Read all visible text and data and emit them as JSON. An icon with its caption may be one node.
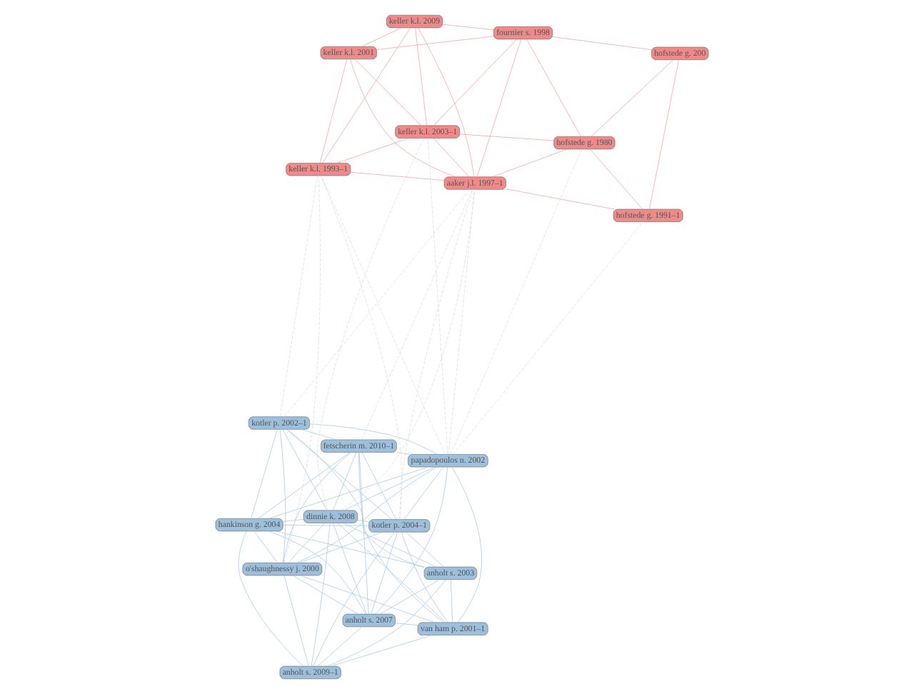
{
  "diagram": {
    "nodes": [
      {
        "text": [
          "hankinson g. 2004"
        ]
      },
      {
        "text": [
          "fetscherin m. 2010–1"
        ]
      },
      {
        "text": [
          "anholt s. 2009–1"
        ]
      },
      {
        "text": [
          "dinnie k. 2008"
        ]
      },
      {
        "text": [
          "anholt s. 2003"
        ]
      },
      {
        "text": [
          "anholt s. 2007"
        ]
      },
      {
        "text": [
          "o'shaughnessy j. 2000"
        ]
      },
      {
        "text": [
          "papadopoulos n. 2002"
        ]
      },
      {
        "text": [
          "kotler p. 2002–1"
        ]
      },
      {
        "text": [
          "van ham p. 2001–1"
        ]
      },
      {
        "text": [
          "kotler p. 2004–1"
        ]
      },
      {
        "text": [
          "hofstede g. 1991–1"
        ]
      },
      {
        "text": [
          "hofstede g. 200"
        ]
      },
      {
        "text": [
          "hofstede g. 1980"
        ]
      },
      {
        "text": [
          "aaker j.l. 1997–1"
        ]
      },
      {
        "text": [
          "fournier s. 1998"
        ]
      },
      {
        "text": [
          "keller k.l. 2003–1"
        ]
      },
      {
        "text": [
          "keller k.l. 1993–1"
        ]
      },
      {
        "text": [
          "keller k.l. 2001"
        ]
      },
      {
        "text": [
          "keller k.l. 2009"
        ]
      }
    ],
    "edges": [
      {
        "from": 0,
        "to": 1,
        "arrow": "none",
        "color": "#a9c8e2"
      },
      {
        "from": 0,
        "to": 2,
        "arrow": "none",
        "color": "#a9c8e2"
      },
      {
        "from": 0,
        "to": 3,
        "arrow": "none",
        "color": "#a9c8e2"
      },
      {
        "from": 0,
        "to": 4,
        "arrow": "none",
        "color": "#a9c8e2"
      },
      {
        "from": 0,
        "to": 5,
        "arrow": "none",
        "color": "#a9c8e2"
      },
      {
        "from": 0,
        "to": 6,
        "arrow": "none",
        "color": "#a9c8e2"
      },
      {
        "from": 0,
        "to": 7,
        "arrow": "none",
        "color": "#a9c8e2"
      },
      {
        "from": 0,
        "to": 8,
        "arrow": "none",
        "color": "#a9c8e2"
      },
      {
        "from": 0,
        "to": 10,
        "arrow": "none",
        "color": "#a9c8e2"
      },
      {
        "from": 1,
        "to": 3,
        "arrow": "none",
        "color": "#a9c8e2"
      },
      {
        "from": 1,
        "to": 5,
        "arrow": "none",
        "color": "#a9c8e2"
      },
      {
        "from": 1,
        "to": 6,
        "arrow": "none",
        "color": "#a9c8e2"
      },
      {
        "from": 1,
        "to": 7,
        "arrow": "none",
        "color": "#a9c8e2"
      },
      {
        "from": 1,
        "to": 8,
        "arrow": "none",
        "color": "#a9c8e2"
      },
      {
        "from": 1,
        "to": 9,
        "arrow": "none",
        "color": "#a9c8e2"
      },
      {
        "from": 1,
        "to": 10,
        "arrow": "none",
        "color": "#a9c8e2"
      },
      {
        "from": 2,
        "to": 3,
        "arrow": "none",
        "color": "#a9c8e2"
      },
      {
        "from": 2,
        "to": 4,
        "arrow": "none",
        "color": "#a9c8e2"
      },
      {
        "from": 2,
        "to": 5,
        "arrow": "none",
        "color": "#a9c8e2"
      },
      {
        "from": 2,
        "to": 6,
        "arrow": "none",
        "color": "#a9c8e2"
      },
      {
        "from": 2,
        "to": 9,
        "arrow": "none",
        "color": "#a9c8e2"
      },
      {
        "from": 2,
        "to": 10,
        "arrow": "none",
        "color": "#a9c8e2"
      },
      {
        "from": 3,
        "to": 4,
        "arrow": "none",
        "color": "#a9c8e2"
      },
      {
        "from": 3,
        "to": 5,
        "arrow": "none",
        "color": "#a9c8e2"
      },
      {
        "from": 3,
        "to": 6,
        "arrow": "none",
        "color": "#a9c8e2"
      },
      {
        "from": 3,
        "to": 7,
        "arrow": "none",
        "color": "#a9c8e2"
      },
      {
        "from": 3,
        "to": 8,
        "arrow": "none",
        "color": "#a9c8e2"
      },
      {
        "from": 3,
        "to": 9,
        "arrow": "none",
        "color": "#a9c8e2"
      },
      {
        "from": 3,
        "to": 10,
        "arrow": "none",
        "color": "#a9c8e2"
      },
      {
        "from": 4,
        "to": 5,
        "arrow": "none",
        "color": "#a9c8e2"
      },
      {
        "from": 4,
        "to": 8,
        "arrow": "none",
        "color": "#a9c8e2"
      },
      {
        "from": 4,
        "to": 9,
        "arrow": "none",
        "color": "#a9c8e2"
      },
      {
        "from": 4,
        "to": 10,
        "arrow": "none",
        "color": "#a9c8e2"
      },
      {
        "from": 5,
        "to": 6,
        "arrow": "none",
        "color": "#a9c8e2"
      },
      {
        "from": 5,
        "to": 7,
        "arrow": "none",
        "color": "#a9c8e2"
      },
      {
        "from": 5,
        "to": 9,
        "arrow": "none",
        "color": "#a9c8e2"
      },
      {
        "from": 5,
        "to": 10,
        "arrow": "none",
        "color": "#a9c8e2"
      },
      {
        "from": 6,
        "to": 7,
        "arrow": "none",
        "color": "#a9c8e2"
      },
      {
        "from": 6,
        "to": 8,
        "arrow": "none",
        "color": "#a9c8e2"
      },
      {
        "from": 6,
        "to": 9,
        "arrow": "none",
        "color": "#a9c8e2"
      },
      {
        "from": 6,
        "to": 10,
        "arrow": "none",
        "color": "#a9c8e2"
      },
      {
        "from": 7,
        "to": 8,
        "arrow": "none",
        "color": "#a9c8e2"
      },
      {
        "from": 7,
        "to": 9,
        "arrow": "none",
        "color": "#a9c8e2"
      },
      {
        "from": 7,
        "to": 10,
        "arrow": "none",
        "color": "#a9c8e2"
      },
      {
        "from": 8,
        "to": 10,
        "arrow": "none",
        "color": "#a9c8e2"
      },
      {
        "from": 9,
        "to": 10,
        "arrow": "none",
        "color": "#a9c8e2"
      },
      {
        "from": 11,
        "to": 12,
        "arrow": "none",
        "color": "#f4a3a3"
      },
      {
        "from": 11,
        "to": 13,
        "arrow": "none",
        "color": "#f4a3a3"
      },
      {
        "from": 11,
        "to": 14,
        "arrow": "none",
        "color": "#f4a3a3"
      },
      {
        "from": 12,
        "to": 13,
        "arrow": "none",
        "color": "#f4a3a3"
      },
      {
        "from": 12,
        "to": 15,
        "arrow": "none",
        "color": "#f4a3a3"
      },
      {
        "from": 13,
        "to": 14,
        "arrow": "none",
        "color": "#f4a3a3"
      },
      {
        "from": 13,
        "to": 15,
        "arrow": "none",
        "color": "#f4a3a3"
      },
      {
        "from": 13,
        "to": 16,
        "arrow": "none",
        "color": "#f4a3a3"
      },
      {
        "from": 14,
        "to": 15,
        "arrow": "none",
        "color": "#f4a3a3"
      },
      {
        "from": 14,
        "to": 16,
        "arrow": "none",
        "color": "#f4a3a3"
      },
      {
        "from": 14,
        "to": 17,
        "arrow": "none",
        "color": "#f4a3a3"
      },
      {
        "from": 14,
        "to": 18,
        "arrow": "none",
        "color": "#f4a3a3"
      },
      {
        "from": 14,
        "to": 19,
        "arrow": "none",
        "color": "#f4a3a3"
      },
      {
        "from": 16,
        "to": 15,
        "arrow": "none",
        "color": "#f4a3a3"
      },
      {
        "from": 16,
        "to": 17,
        "arrow": "none",
        "color": "#f4a3a3"
      },
      {
        "from": 16,
        "to": 18,
        "arrow": "none",
        "color": "#f4a3a3"
      },
      {
        "from": 16,
        "to": 19,
        "arrow": "none",
        "color": "#f4a3a3"
      },
      {
        "from": 17,
        "to": 18,
        "arrow": "none",
        "color": "#f4a3a3"
      },
      {
        "from": 17,
        "to": 19,
        "arrow": "none",
        "color": "#f4a3a3"
      },
      {
        "from": 15,
        "to": 18,
        "arrow": "none",
        "color": "#f4a3a3"
      },
      {
        "from": 15,
        "to": 19,
        "arrow": "none",
        "color": "#f4a3a3"
      },
      {
        "from": 18,
        "to": 19,
        "arrow": "none",
        "color": "#f4a3a3"
      },
      {
        "from": 7,
        "to": 11,
        "arrow": "none",
        "style": "dashed",
        "color": "#dddddd"
      },
      {
        "from": 7,
        "to": 13,
        "arrow": "none",
        "style": "dashed",
        "color": "#dddddd"
      },
      {
        "from": 7,
        "to": 14,
        "arrow": "none",
        "style": "dashed",
        "color": "#dddddd"
      },
      {
        "from": 7,
        "to": 16,
        "arrow": "none",
        "style": "dashed",
        "color": "#dddddd"
      },
      {
        "from": 7,
        "to": 17,
        "arrow": "none",
        "style": "dashed",
        "color": "#dddddd"
      },
      {
        "from": 1,
        "to": 14,
        "arrow": "none",
        "style": "dashed",
        "color": "#dddddd"
      },
      {
        "from": 3,
        "to": 14,
        "arrow": "none",
        "style": "dashed",
        "color": "#dddddd"
      },
      {
        "from": 3,
        "to": 16,
        "arrow": "none",
        "style": "dashed",
        "color": "#dddddd"
      },
      {
        "from": 6,
        "to": 17,
        "arrow": "none",
        "style": "dashed",
        "color": "#dddddd"
      },
      {
        "from": 8,
        "to": 14,
        "arrow": "none",
        "style": "dashed",
        "color": "#dddddd"
      },
      {
        "from": 8,
        "to": 17,
        "arrow": "none",
        "style": "dashed",
        "color": "#dddddd"
      },
      {
        "from": 10,
        "to": 14,
        "arrow": "none",
        "style": "dashed",
        "color": "#dddddd"
      },
      {
        "from": 10,
        "to": 17,
        "arrow": "none",
        "style": "dashed",
        "color": "#dddddd"
      }
    ]
  }
}
